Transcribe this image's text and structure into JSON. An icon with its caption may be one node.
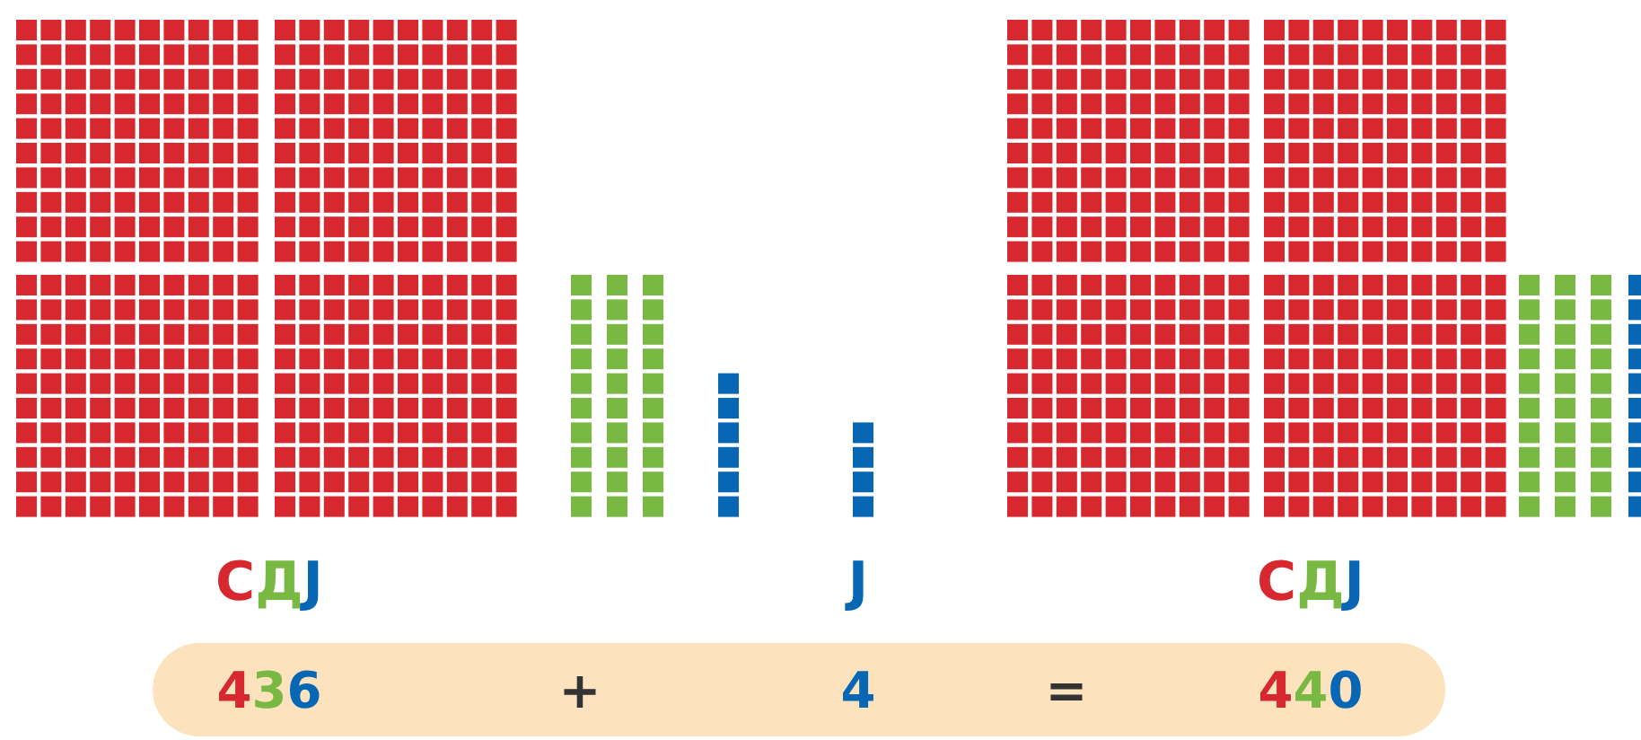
{
  "diagram": {
    "nodes": [
      {
        "text": [
          "436",
          "+",
          "4",
          "=",
          "440"
        ]
      }
    ],
    "edges": [],
    "labels": [
      "СДЈ",
      "Ј",
      "СДЈ"
    ]
  }
}
